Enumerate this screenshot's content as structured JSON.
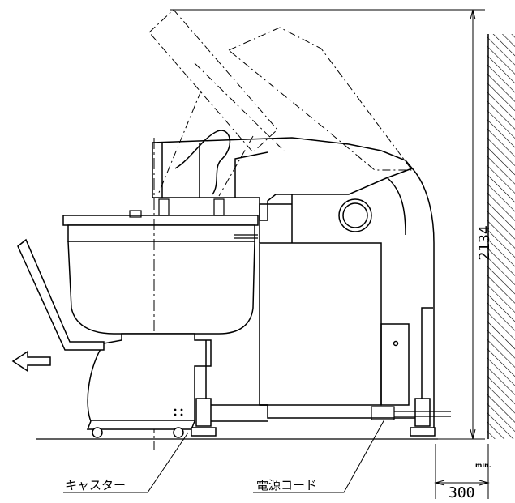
{
  "labels": {
    "caster": "キャスター",
    "power_cord": "電源コード"
  },
  "dimensions": {
    "height": "2134",
    "clearance": "300",
    "clearance_qualifier": "min."
  },
  "symbols": {
    "direction_arrow": "left-arrow-icon"
  }
}
